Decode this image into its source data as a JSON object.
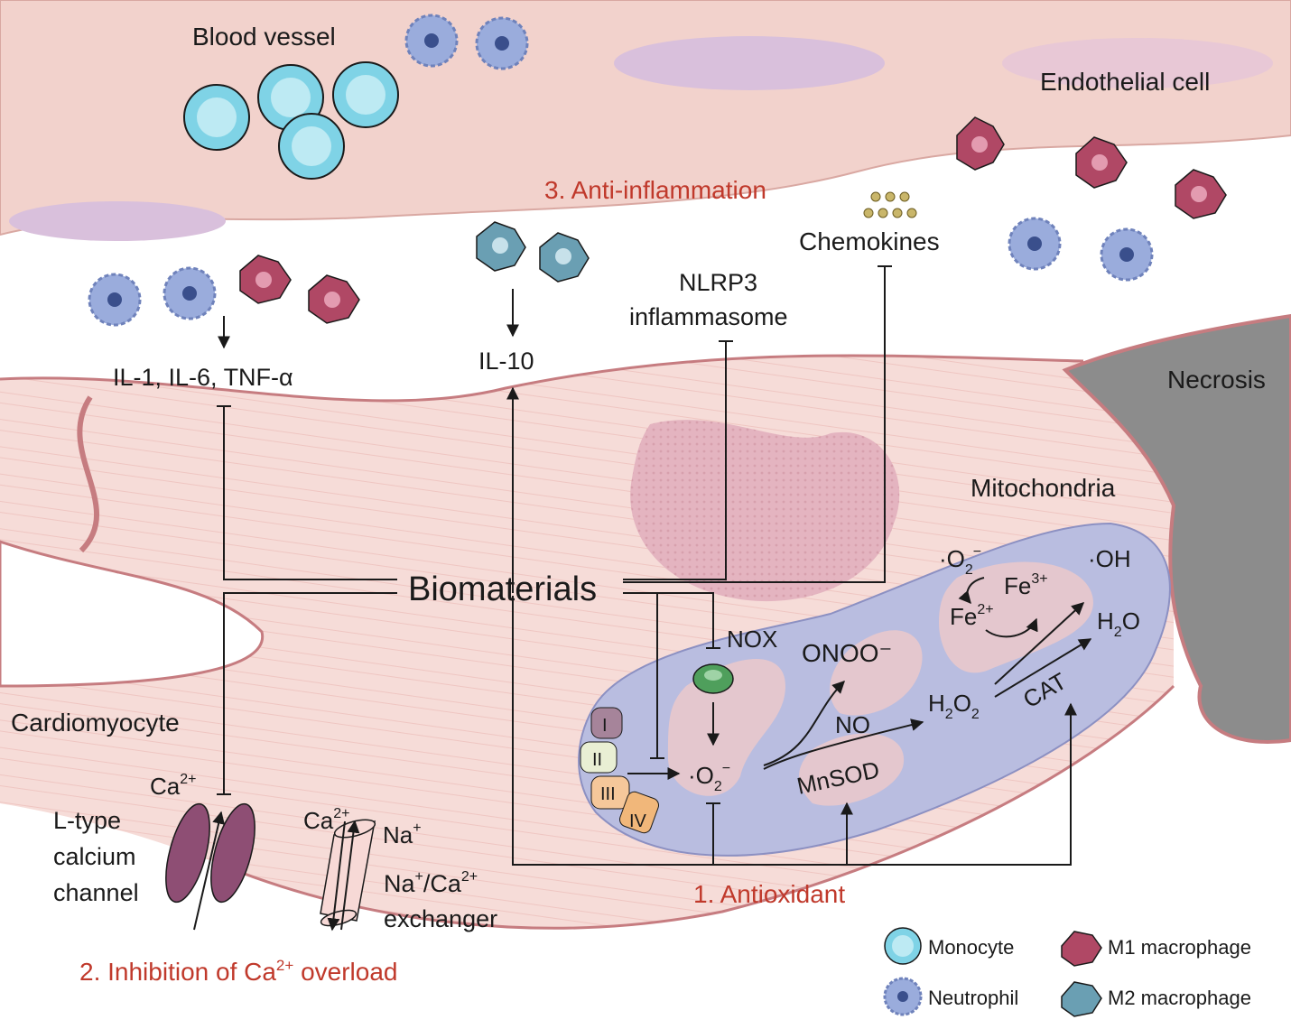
{
  "labels": {
    "blood_vessel": "Blood vessel",
    "endothelial_cell": "Endothelial cell",
    "necrosis": "Necrosis",
    "mitochondria": "Mitochondria",
    "cardiomyocyte": "Cardiomyocyte",
    "chemokines": "Chemokines",
    "nlrp3_line1": "NLRP3",
    "nlrp3_line2": "inflammasome",
    "cytokines": "IL-1, IL-6, TNF-α",
    "il10": "IL-10",
    "biomaterials": "Biomaterials",
    "nox": "NOX",
    "no": "NO",
    "mnsod": "MnSOD",
    "cat": "CAT",
    "ltype_line1": "L-type",
    "ltype_line2": "calcium",
    "ltype_line3": "channel",
    "exchanger_line2": "exchanger",
    "complex_1": "I",
    "complex_2": "II",
    "complex_3": "III",
    "complex_4": "IV"
  },
  "chem": {
    "ca_base": "Ca",
    "ca_sup": "2+",
    "na_base": "Na",
    "na_sup": "+",
    "o2_dot": "·O",
    "o2_sub": "2",
    "o2_sup": "−",
    "onoo": "ONOO⁻",
    "h2o2_a": "H",
    "h2o2_sub": "2",
    "h2o2_b": "O",
    "h2o2_c": "2",
    "h2o_a": "H",
    "h2o_sub": "2",
    "h2o_b": "O",
    "fe_base": "Fe",
    "fe3_sup": "3+",
    "fe2_sup": "2+",
    "oh": "·OH",
    "exchanger_a": "Na",
    "exchanger_sup1": "+",
    "exchanger_b": "/Ca",
    "exchanger_sup2": "2+"
  },
  "headings": {
    "anti_inflammation": "3. Anti-inflammation",
    "antioxidant": "1. Antioxidant",
    "inhibition_a": "2. Inhibition of Ca",
    "inhibition_sup": "2+",
    "inhibition_b": " overload"
  },
  "legend": {
    "monocyte": "Monocyte",
    "neutrophil": "Neutrophil",
    "m1": "M1 macrophage",
    "m2": "M2 macrophage"
  },
  "colors": {
    "heading_red": "#c0392b",
    "tissue_pink": "#f6dcd8",
    "mito_blue": "#b9bde0",
    "necrosis_grey": "#8c8c8c",
    "monocyte_cyan": "#7fd3e6",
    "m1_red": "#b04865",
    "m2_teal": "#6a9fb3",
    "neutrophil_blue": "#9aacdc"
  }
}
